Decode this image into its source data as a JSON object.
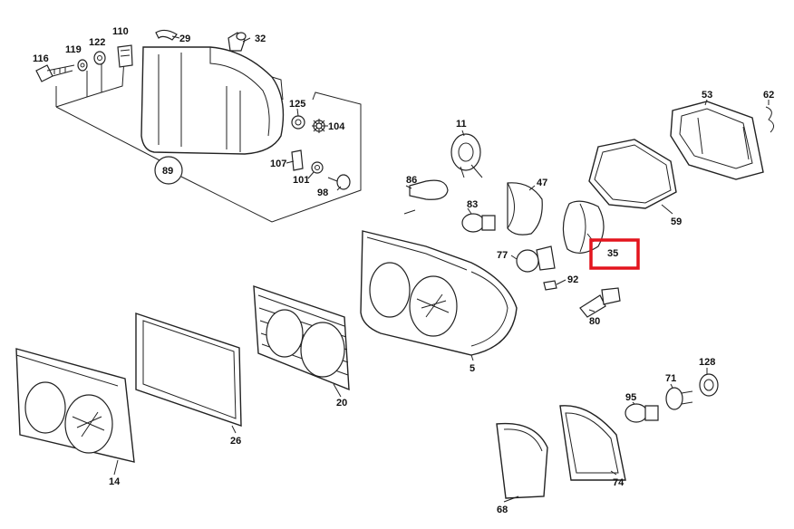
{
  "diagram": {
    "parts": [
      {
        "id": "p29",
        "label": "29"
      },
      {
        "id": "p32",
        "label": "32"
      },
      {
        "id": "p110",
        "label": "110"
      },
      {
        "id": "p122",
        "label": "122"
      },
      {
        "id": "p119",
        "label": "119"
      },
      {
        "id": "p116",
        "label": "116"
      },
      {
        "id": "p125",
        "label": "125"
      },
      {
        "id": "p104",
        "label": "104"
      },
      {
        "id": "p107",
        "label": "107"
      },
      {
        "id": "p101",
        "label": "101"
      },
      {
        "id": "p98",
        "label": "98"
      },
      {
        "id": "p89",
        "label": "89"
      },
      {
        "id": "p11",
        "label": "11"
      },
      {
        "id": "p86",
        "label": "86"
      },
      {
        "id": "p83",
        "label": "83"
      },
      {
        "id": "p47",
        "label": "47"
      },
      {
        "id": "p77",
        "label": "77"
      },
      {
        "id": "p92",
        "label": "92"
      },
      {
        "id": "p35",
        "label": "35"
      },
      {
        "id": "p80",
        "label": "80"
      },
      {
        "id": "p53",
        "label": "53"
      },
      {
        "id": "p62",
        "label": "62"
      },
      {
        "id": "p59",
        "label": "59"
      },
      {
        "id": "p5",
        "label": "5"
      },
      {
        "id": "p20",
        "label": "20"
      },
      {
        "id": "p26",
        "label": "26"
      },
      {
        "id": "p14",
        "label": "14"
      },
      {
        "id": "p95",
        "label": "95"
      },
      {
        "id": "p71",
        "label": "71"
      },
      {
        "id": "p128",
        "label": "128"
      },
      {
        "id": "p68",
        "label": "68"
      },
      {
        "id": "p74",
        "label": "74"
      }
    ],
    "highlight": {
      "part": "35",
      "color": "#e3141d"
    }
  }
}
